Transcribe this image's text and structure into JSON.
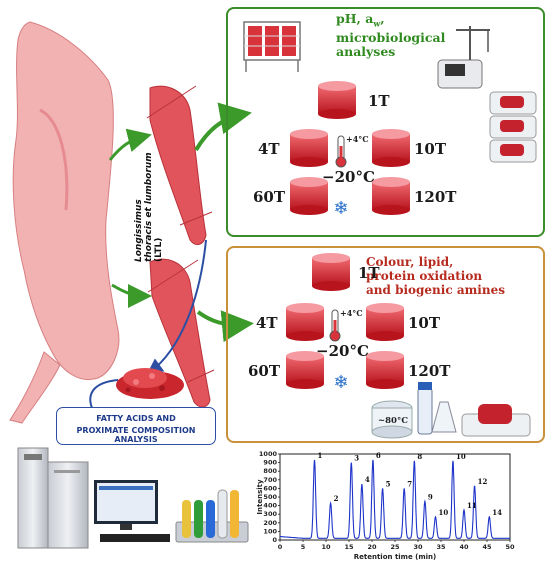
{
  "top_box": {
    "heading": [
      "pH, a",
      "w",
      ",",
      "microbiological",
      "analyses"
    ],
    "labels": {
      "t1": "1T",
      "t4": "4T",
      "t10": "10T",
      "t60": "60T",
      "t120": "120T"
    },
    "chill_temp": "+4°C",
    "freeze_temp": "−20°C"
  },
  "bottom_box": {
    "heading": [
      "Colour, lipid,",
      "protein oxidation",
      "and biogenic amines"
    ],
    "labels": {
      "t1": "1T",
      "t4": "4T",
      "t10": "10T",
      "t60": "60T",
      "t120": "120T"
    },
    "chill_temp": "+4°C",
    "freeze_temp": "−20°C",
    "ultra_temp": "~80°C"
  },
  "muscle_label": [
    "Longissimus",
    "thoracis et lumborum",
    "(LTL)"
  ],
  "analysis_box": [
    "FATTY ACIDS  AND",
    "PROXIMATE COMPOSITION ANALYSIS"
  ],
  "chart_data": {
    "type": "line",
    "xlabel": "Retention time (min)",
    "ylabel": "Intensity",
    "xlim": [
      0,
      50
    ],
    "ylim": [
      0,
      1000
    ],
    "xticks": [
      0,
      5,
      10,
      15,
      20,
      25,
      30,
      35,
      40,
      45,
      50
    ],
    "yticks": [
      0,
      100,
      200,
      300,
      400,
      500,
      600,
      700,
      800,
      900,
      1000
    ],
    "peaks": [
      {
        "label": "1",
        "x": 7.5,
        "y": 930
      },
      {
        "label": "2",
        "x": 11,
        "y": 430
      },
      {
        "label": "3",
        "x": 15.5,
        "y": 900
      },
      {
        "label": "4",
        "x": 17.8,
        "y": 650
      },
      {
        "label": "5",
        "x": 22.3,
        "y": 600
      },
      {
        "label": "6",
        "x": 20.2,
        "y": 930
      },
      {
        "label": "7",
        "x": 27,
        "y": 600
      },
      {
        "label": "8",
        "x": 29.2,
        "y": 920
      },
      {
        "label": "9",
        "x": 31.5,
        "y": 450
      },
      {
        "label": "10",
        "x": 33.8,
        "y": 270
      },
      {
        "label": "10",
        "x": 37.6,
        "y": 920
      },
      {
        "label": "11",
        "x": 40,
        "y": 350
      },
      {
        "label": "12",
        "x": 42.3,
        "y": 630
      },
      {
        "label": "14",
        "x": 45.5,
        "y": 270
      }
    ]
  },
  "colors": {
    "green": "#3b8c2a",
    "orange": "#c8913a",
    "blue": "#2c4ea3",
    "meat": "#d8323a",
    "carcass": "#f0a9a9"
  }
}
